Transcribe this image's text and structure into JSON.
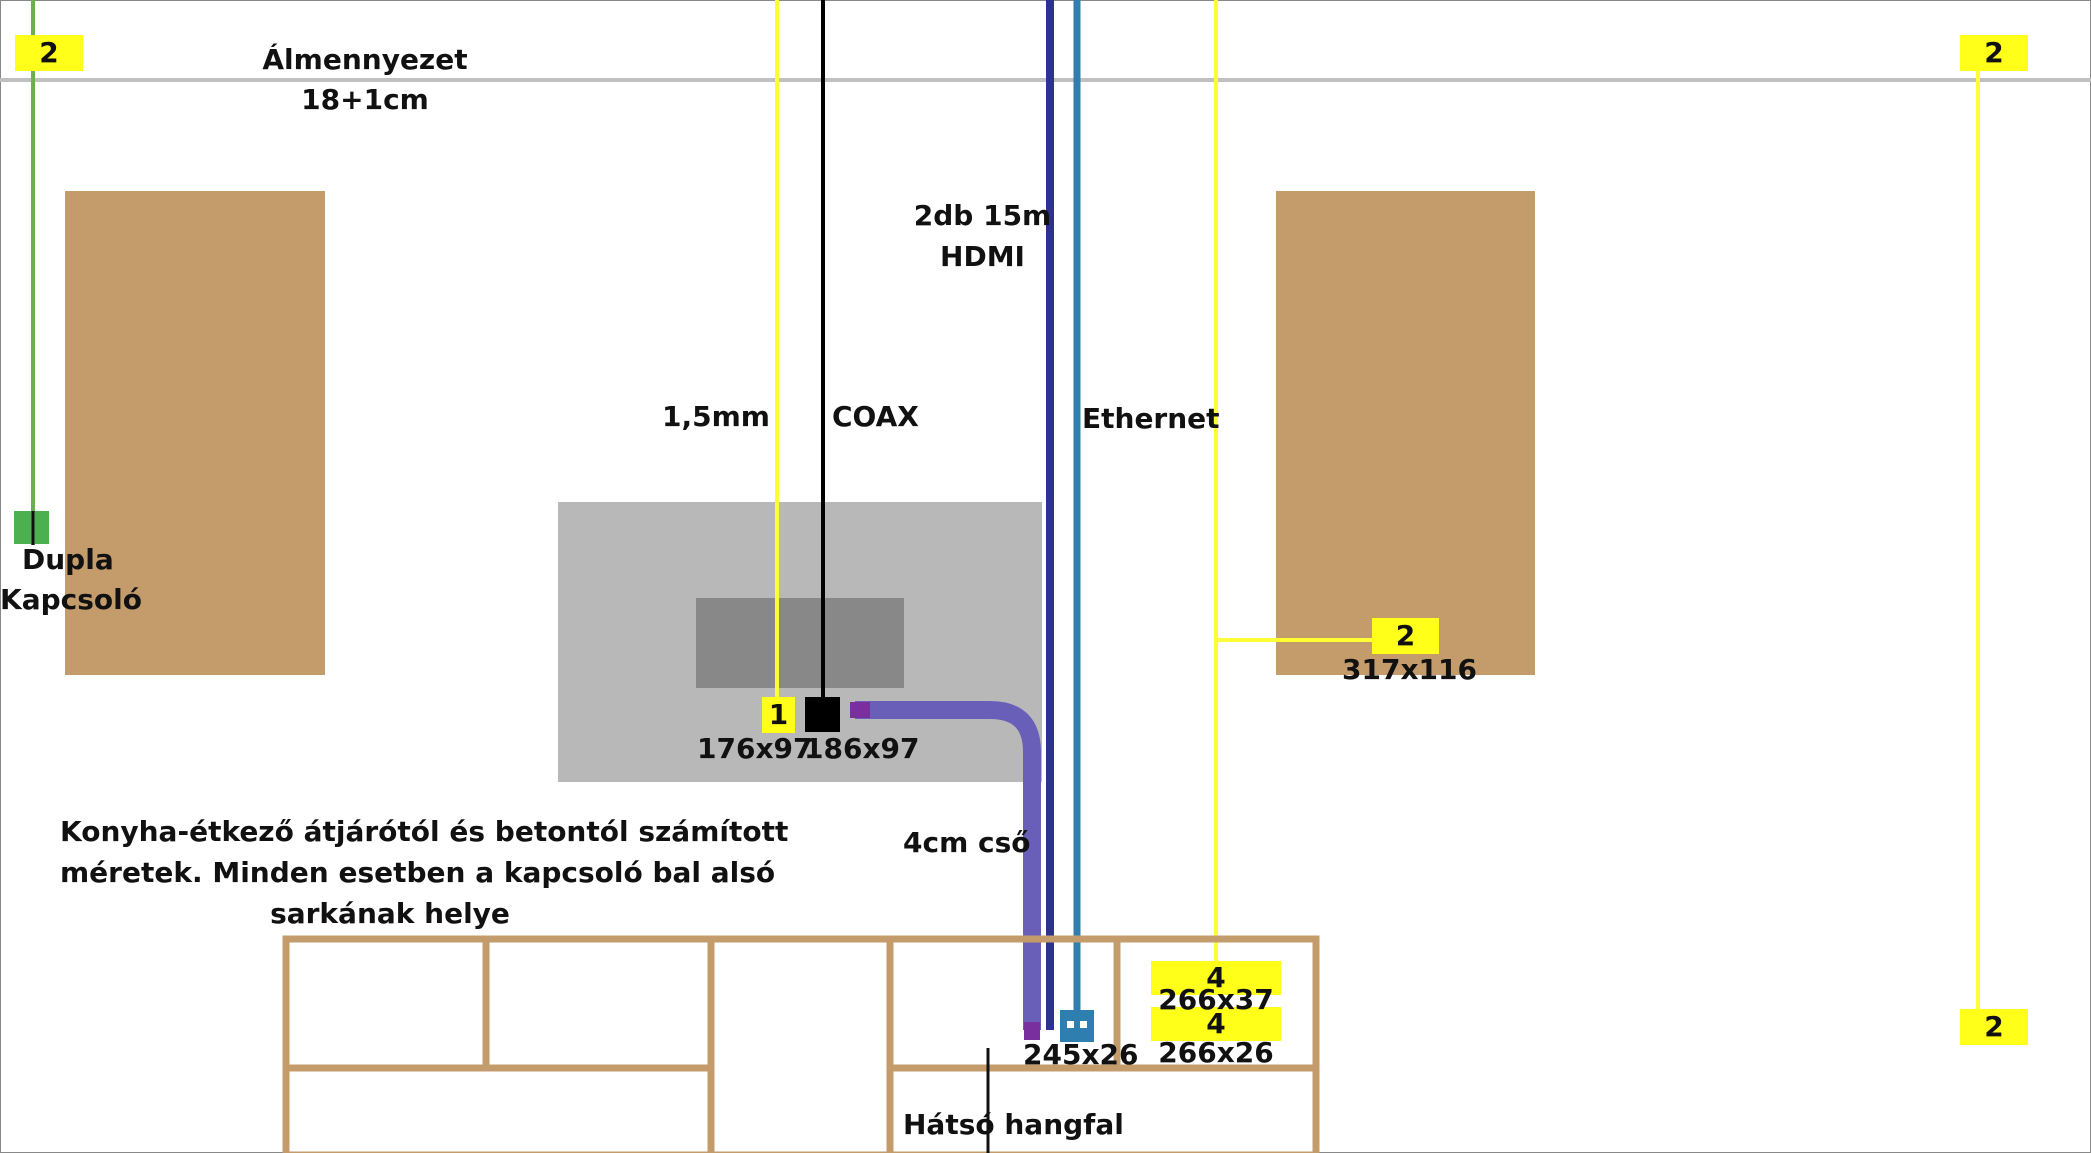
{
  "labels": {
    "ceiling_title": "Álmennyezet",
    "ceiling_size": "18+1cm",
    "hdmi_line1": "2db 15m",
    "hdmi_line2": "HDMI",
    "power_cable": "1,5mm",
    "coax": "COAX",
    "ethernet": "Ethernet",
    "switch_line1": "Dupla",
    "switch_line2": "Kapcsoló",
    "pipe": "4cm cső",
    "note_line1": "Konyha-étkező átjárótól és betontól számított",
    "note_line2": "méretek. Minden esetben a kapcsoló bal alsó",
    "note_line3": "sarkának helye",
    "rear_speaker": "Hátsó hangfal"
  },
  "badges": {
    "top_left": "2",
    "top_right": "2",
    "bottom_right": "2",
    "right_switch": "2",
    "tv_left": "1",
    "furniture_a": "4",
    "furniture_b": "4"
  },
  "dimensions": {
    "right_switch": "317x116",
    "tv_power": "176x97",
    "tv_coax": "186x97",
    "furniture_a": "266x37",
    "furniture_b": "266x26",
    "media_outlet": "245x26"
  },
  "colors": {
    "ceiling_line": "#c0c0c0",
    "green_wire": "#6ab04c",
    "yellow_wire": "#ffff33",
    "coax_wire": "#000000",
    "hdmi_wire": "#2e3192",
    "ethernet_wire": "#2e7fb0",
    "pipe": "#6a5fb8",
    "wood": "#c49c6c",
    "tv_outer": "#b8b8b8",
    "tv_inner": "#888888",
    "badge": "#ffff1a"
  }
}
